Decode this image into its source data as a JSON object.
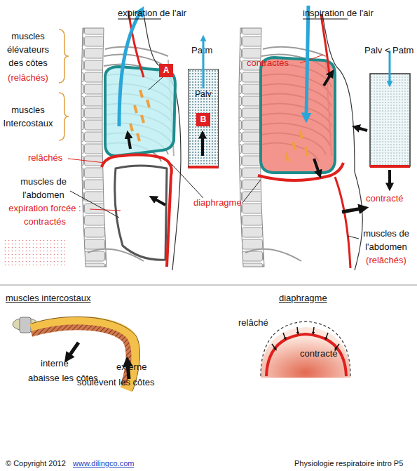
{
  "diagram": {
    "nodes": [
      {
        "text": [
          "A"
        ]
      },
      {
        "text": [
          "Palv"
        ]
      },
      {
        "text": [
          "B"
        ],
        "in": 1
      }
    ],
    "labels": [
      "expiration de l'air",
      "inspiration de l'air",
      "muscles élévateurs des côtes",
      "(relâchés)",
      "muscles Intercostaux",
      "relâchés",
      "muscles de l'abdomen",
      "expiration forcée : contractés",
      "diaphragme",
      "Patm",
      "contractés",
      "Palv < Patm",
      "contracté",
      "muscles de l'abdomen",
      "(relâchés)",
      "muscles intercostaux",
      "interne",
      "abaisse les côtes",
      "externe",
      "soulèvent les côtes",
      "diaphragme",
      "relâché",
      "contracté",
      "© Copyright 2012",
      "www.dilingco.com",
      "Physiologie respiratoire intro P5"
    ]
  }
}
